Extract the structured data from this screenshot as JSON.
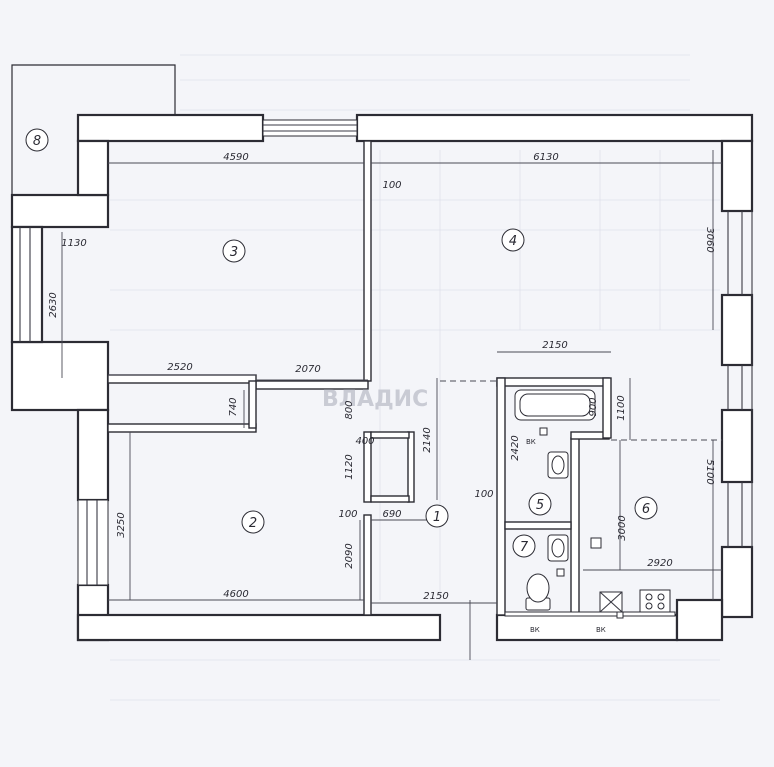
{
  "plan": {
    "header_text": "",
    "watermark": "ВЛАДИС",
    "rooms": [
      {
        "id": "room-8",
        "number": "8"
      },
      {
        "id": "room-3",
        "number": "3"
      },
      {
        "id": "room-4",
        "number": "4"
      },
      {
        "id": "room-2",
        "number": "2"
      },
      {
        "id": "room-1",
        "number": "1"
      },
      {
        "id": "room-5",
        "number": "5"
      },
      {
        "id": "room-6",
        "number": "6"
      },
      {
        "id": "room-7",
        "number": "7"
      }
    ],
    "dimensions": {
      "d4590": "4590",
      "d6130": "6130",
      "d100a": "100",
      "d1130": "1130",
      "d2630": "2630",
      "d3060": "3060",
      "d2520": "2520",
      "d2070": "2070",
      "d2150a": "2150",
      "d740": "740",
      "d800": "800",
      "d900": "900",
      "d1100": "1100",
      "d400": "400",
      "d1120": "1120",
      "d2140": "2140",
      "d2420": "2420",
      "d5100": "5100",
      "d100b": "100",
      "d100c": "100",
      "d690": "690",
      "d3250": "3250",
      "d3000": "3000",
      "d2090": "2090",
      "d2920": "2920",
      "d4600": "4600",
      "d2150b": "2150"
    },
    "vent_labels": [
      "ВК",
      "ВК",
      "ВК"
    ]
  }
}
